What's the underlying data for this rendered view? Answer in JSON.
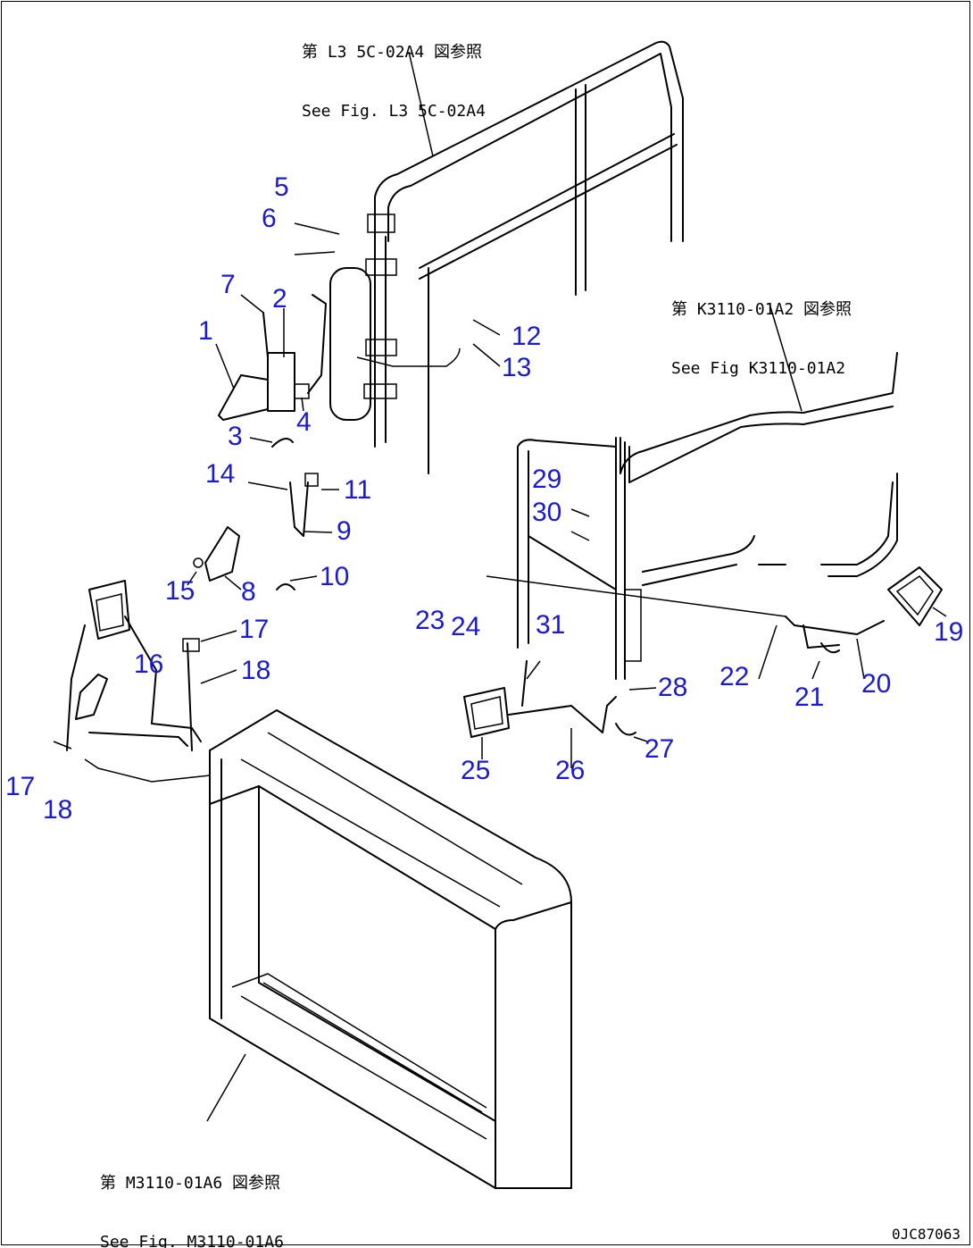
{
  "references": [
    {
      "id": "ref-top",
      "jp": "第 L3 5C-02A4 図参照",
      "en": "See Fig. L3 5C-02A4"
    },
    {
      "id": "ref-right",
      "jp": "第 K3110-01A2 図参照",
      "en": "See Fig K3110-01A2"
    },
    {
      "id": "ref-bottom",
      "jp": "第 M3110-01A6 図参照",
      "en": "See Fig. M3110-01A6"
    }
  ],
  "callouts": [
    "1",
    "2",
    "3",
    "4",
    "5",
    "6",
    "7",
    "8",
    "9",
    "10",
    "11",
    "12",
    "13",
    "14",
    "15",
    "16",
    "17",
    "18",
    "17",
    "18",
    "19",
    "20",
    "21",
    "22",
    "23",
    "24",
    "25",
    "26",
    "27",
    "28",
    "29",
    "30",
    "31"
  ],
  "drawing_code": "0JC87063",
  "colors": {
    "callout": "#1a1ad2",
    "line": "#000000"
  }
}
